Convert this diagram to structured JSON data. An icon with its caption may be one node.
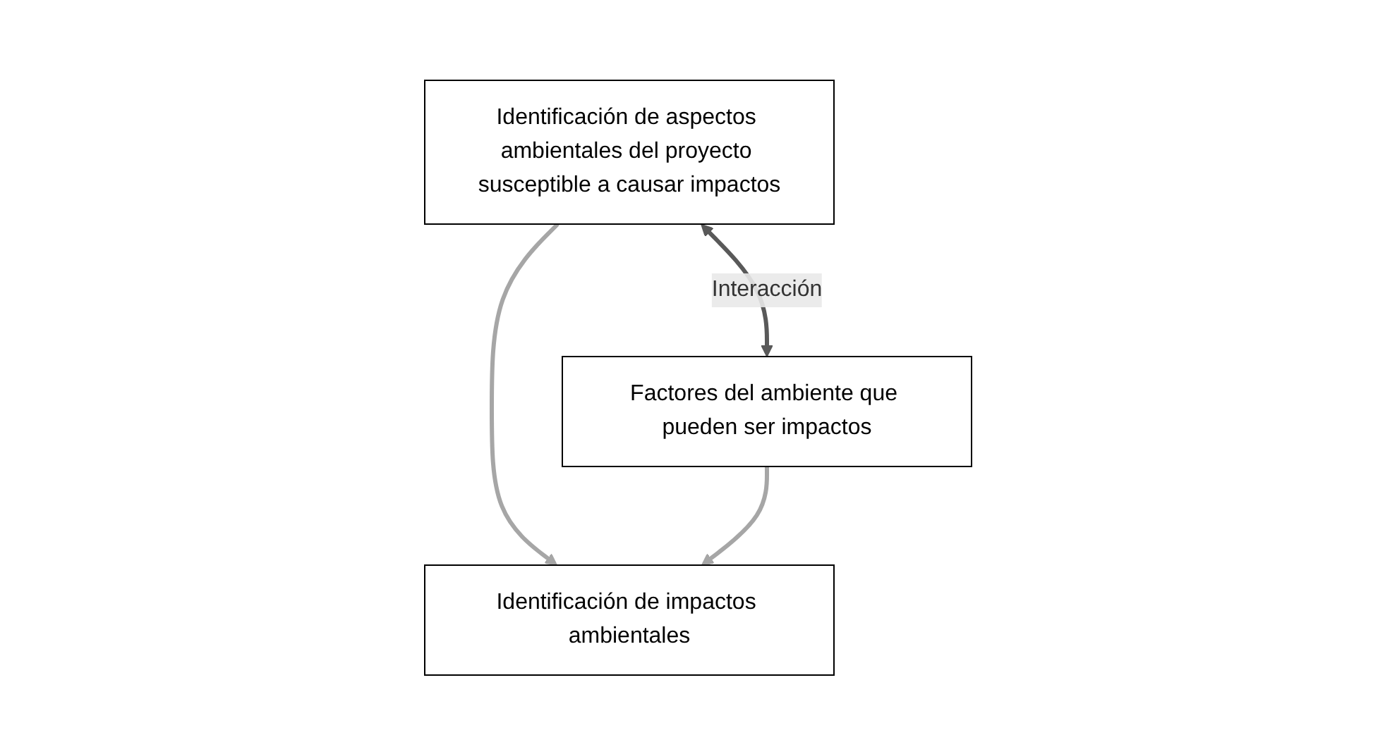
{
  "diagram": {
    "nodes": [
      {
        "text": [
          "Identificación de aspectos ambientales del proyecto susceptible a causar impactos"
        ]
      },
      {
        "text": [
          "Factores del ambiente que pueden ser impactos"
        ]
      },
      {
        "text": [
          "Identificación de impactos ambientales"
        ]
      }
    ],
    "edges": [
      {
        "from": 0,
        "to": 1,
        "arrow": "both",
        "label": "Interacción",
        "color": "#595959"
      },
      {
        "from": 0,
        "to": 2,
        "arrow": "to",
        "color": "#a6a6a6"
      },
      {
        "from": 1,
        "to": 2,
        "arrow": "to",
        "color": "#a6a6a6"
      }
    ]
  }
}
